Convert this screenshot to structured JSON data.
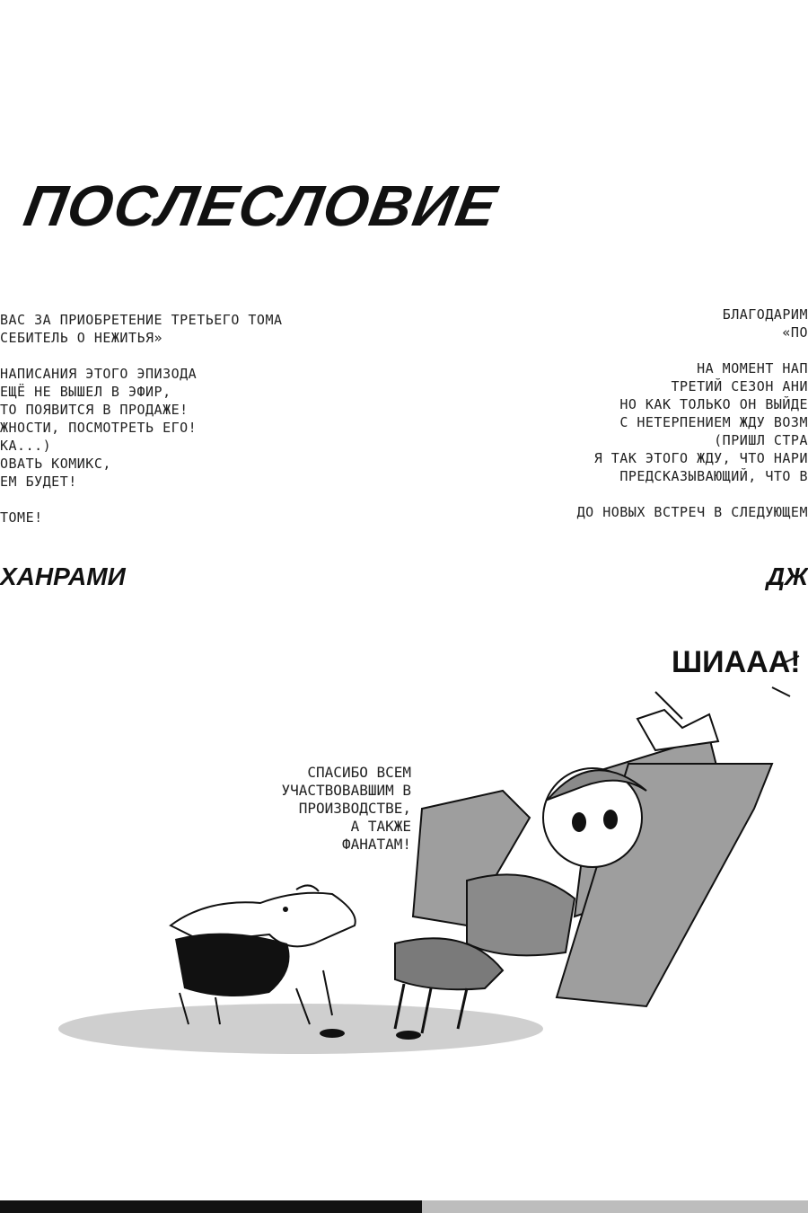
{
  "page": {
    "title": "ПОСЛЕСЛОВИЕ"
  },
  "left_column": {
    "lines": [
      "ВАС ЗА ПРИОБРЕТЕНИЕ ТРЕТЬЕГО ТОМА",
      "СЕБИТЕЛЬ О НЕЖИТЬЯ»",
      "",
      "НАПИСАНИЯ ЭТОГО ЭПИЗОДА",
      "ЕЩЁ НЕ ВЫШЕЛ В ЭФИР,",
      "ТО ПОЯВИТСЯ В ПРОДАЖЕ!",
      "ЖНОСТИ, ПОСМОТРЕТЬ ЕГО!",
      "КА...)",
      "ОВАТЬ КОМИКС,",
      "ЕМ БУДЕТ!",
      "",
      "ТОМЕ!"
    ]
  },
  "right_column": {
    "lines": [
      "БЛАГОДАРИМ",
      "«ПО",
      "",
      "НА МОМЕНТ НАП",
      "ТРЕТИЙ СЕЗОН АНИ",
      "НО КАК ТОЛЬКО ОН ВЫЙДЕ",
      "С НЕТЕРПЕНИЕМ ЖДУ ВОЗМ",
      "(ПРИШЛ СТРА",
      "Я ТАК ЭТОГО ЖДУ, ЧТО НАРИ",
      "ПРЕДСКАЗЫВАЮЩИЙ, ЧТО В",
      "",
      "ДО НОВЫХ ВСТРЕЧ В СЛЕДУЮЩЕМ"
    ]
  },
  "signatures": {
    "left": "ХАНРАМИ",
    "right": "ДЖ"
  },
  "speech": {
    "shout": "ШИААА!"
  },
  "thanks_bubble": {
    "lines": [
      "СПАСИБО ВСЕМ",
      "УЧАСТВОВАВШИМ В",
      "ПРОИЗВОДСТВЕ,",
      "А ТАКЖЕ",
      "ФАНАТАМ!"
    ]
  },
  "colors": {
    "ink": "#111111",
    "paper": "#ffffff",
    "shadow": "#cfcfcf",
    "tone": "#9e9e9e"
  }
}
